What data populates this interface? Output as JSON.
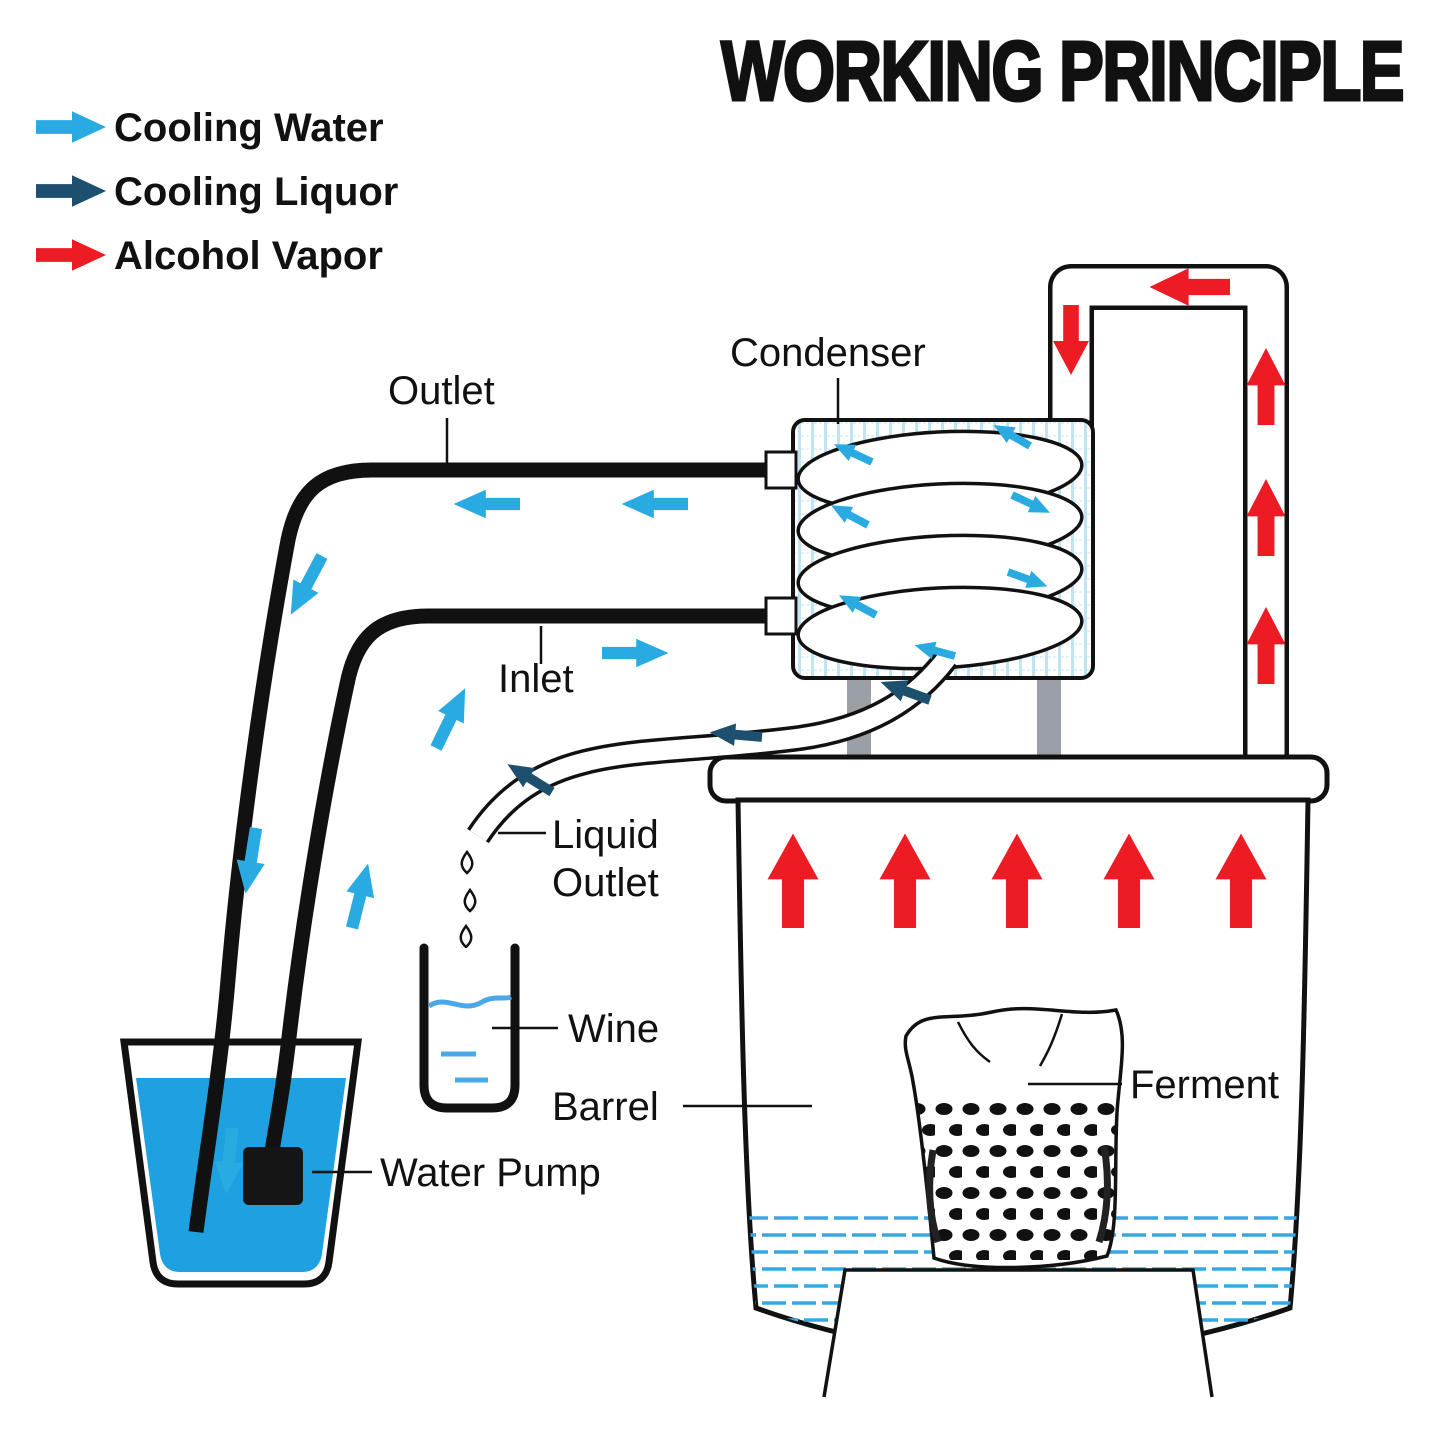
{
  "title": "WORKING PRINCIPLE",
  "legend": {
    "items": [
      {
        "label": "Cooling Water",
        "color": "#29abe2"
      },
      {
        "label": "Cooling Liquor",
        "color": "#1d4f6e"
      },
      {
        "label": "Alcohol Vapor",
        "color": "#ed1c24"
      }
    ]
  },
  "labels": {
    "condenser": "Condenser",
    "outlet": "Outlet",
    "inlet": "Inlet",
    "liquid_outlet_line1": "Liquid",
    "liquid_outlet_line2": "Outlet",
    "wine": "Wine",
    "barrel": "Barrel",
    "water_pump": "Water Pump",
    "ferment": "Ferment"
  },
  "colors": {
    "cooling_water": "#29abe2",
    "cooling_liquor": "#1d4f6e",
    "alcohol_vapor": "#ed1c24",
    "bucket_water": "#1fa0e1"
  }
}
